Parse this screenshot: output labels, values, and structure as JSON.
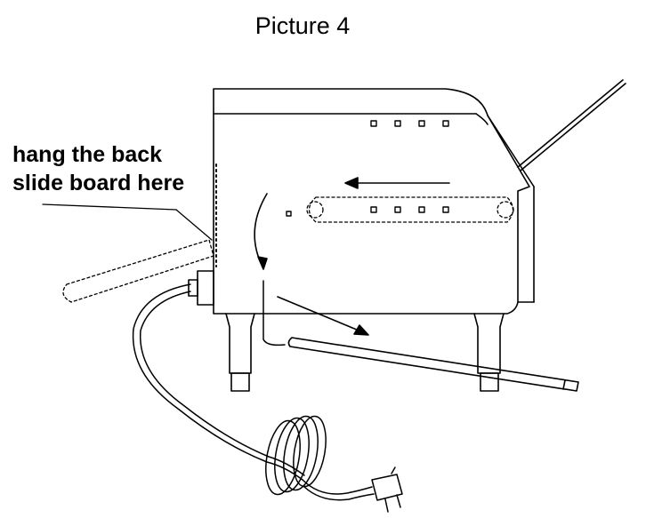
{
  "title": "Picture 4",
  "callout": {
    "line1": "hang the back",
    "line2": "slide board here"
  },
  "colors": {
    "ink": "#000000",
    "background": "#ffffff"
  }
}
